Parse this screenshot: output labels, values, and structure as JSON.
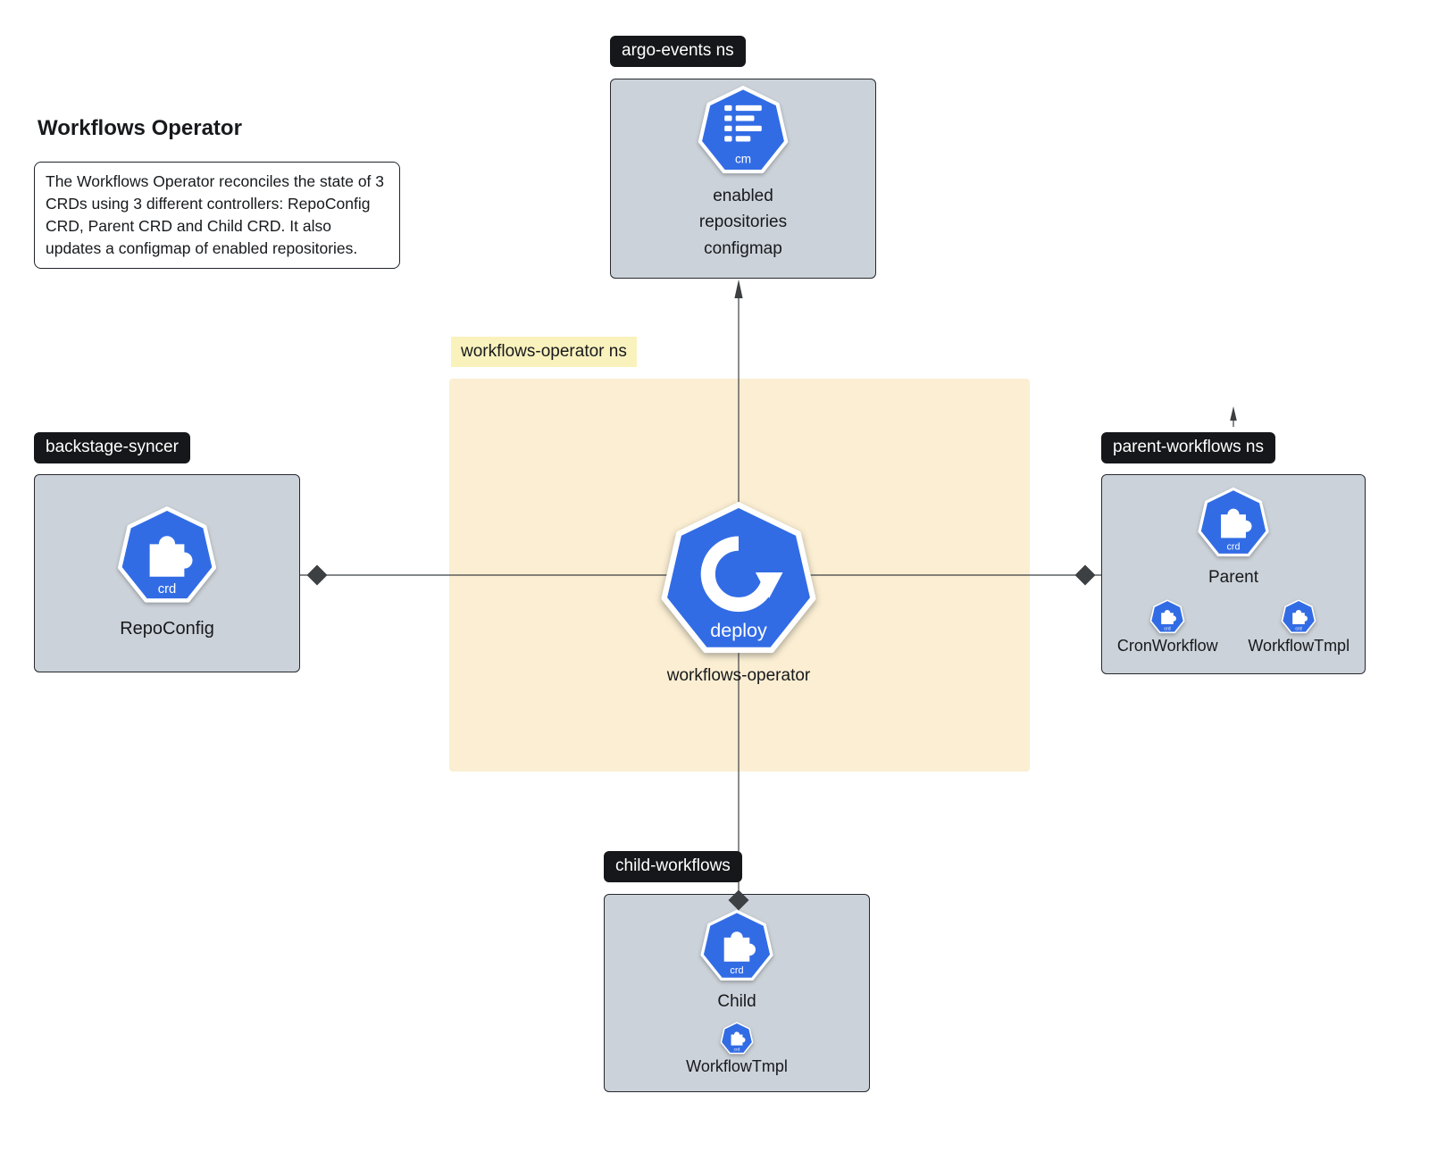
{
  "title": "Workflows Operator",
  "description": "The Workflows Operator reconciles the state of 3 CRDs using 3 different controllers: RepoConfig CRD, Parent CRD and Child CRD. It also updates a configmap of enabled repositories.",
  "region": {
    "label": "workflows-operator ns"
  },
  "operator": {
    "icon_label": "deploy",
    "label": "workflows-operator"
  },
  "argo": {
    "badge": "argo-events ns",
    "icon_label": "cm",
    "label": "enabled\nrepositories\nconfigmap"
  },
  "backstage": {
    "badge": "backstage-syncer",
    "icon_label": "crd",
    "label": "RepoConfig"
  },
  "parent": {
    "badge": "parent-workflows ns",
    "icon_label": "crd",
    "label": "Parent",
    "subs": [
      {
        "icon_label": "crd",
        "label": "CronWorkflow"
      },
      {
        "icon_label": "crd",
        "label": "WorkflowTmpl"
      }
    ]
  },
  "child": {
    "badge": "child-workflows",
    "icon_label": "crd",
    "label": "Child",
    "sub": {
      "icon_label": "crd",
      "label": "WorkflowTmpl"
    }
  },
  "colors": {
    "kubernetes_blue": "#326ce5",
    "node_bg": "#ccd2d9",
    "region_bg": "#fbeed2",
    "badge_bg": "#15171a",
    "region_label_bg": "#faf2bd",
    "connector": "#3c4043"
  }
}
